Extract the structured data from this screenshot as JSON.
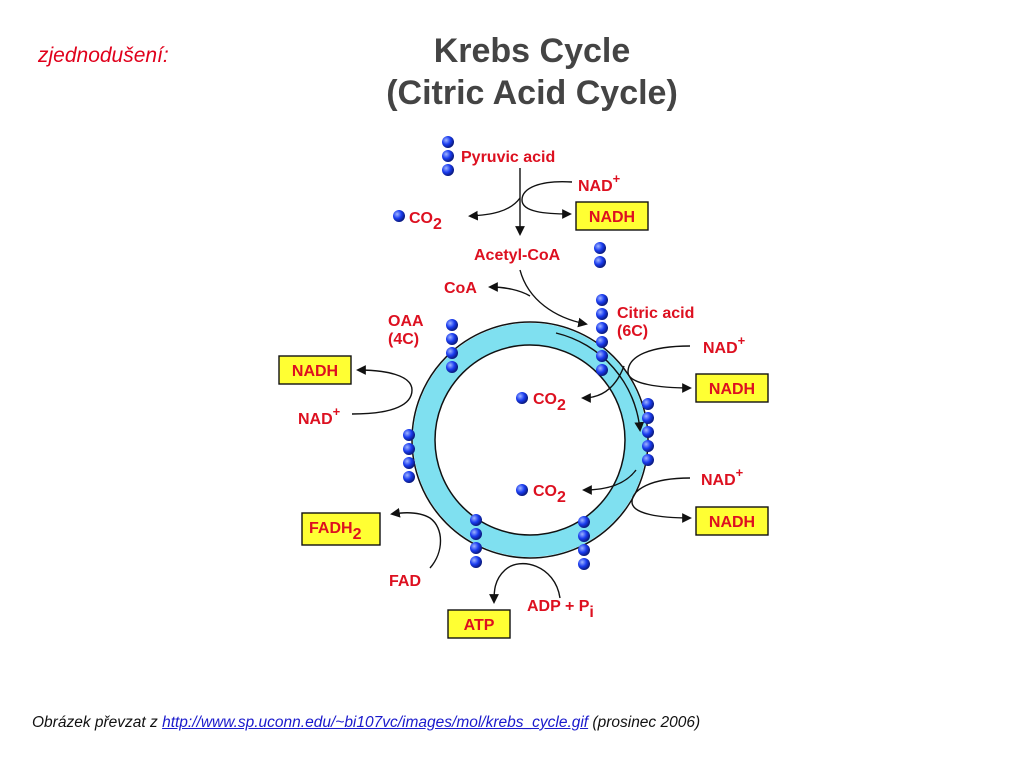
{
  "note": "zjednodušení:",
  "title": {
    "line1": "Krebs Cycle",
    "line2": "(Citric Acid Cycle)"
  },
  "labels": {
    "pyruvic_acid": "Pyruvic acid",
    "nad_plus_top": "NAD",
    "nadh_top": "NADH",
    "co2_top": "CO",
    "acetyl_coa": "Acetyl-CoA",
    "coa": "CoA",
    "citric_acid_line1": "Citric acid",
    "citric_acid_line2": "(6C)",
    "oaa_line1": "OAA",
    "oaa_line2": "(4C)",
    "nadh_left": "NADH",
    "nad_plus_left": "NAD",
    "nad_plus_right1": "NAD",
    "nadh_right1": "NADH",
    "co2_inner1": "CO",
    "co2_inner2": "CO",
    "nad_plus_right2": "NAD",
    "nadh_right2": "NADH",
    "fadh2": "FADH",
    "fad": "FAD",
    "atp": "ATP",
    "adp_pi": "ADP + P",
    "sub_2": "2",
    "sub_i": "i",
    "sup_plus": "+"
  },
  "colors": {
    "label_red": "#dd1020",
    "ring_cyan": "#7fe0f0",
    "molecule_blue": "#1a3cf0",
    "box_yellow": "#ffff33",
    "arrow_dark": "#111111"
  },
  "caption": {
    "prefix": "Obrázek převzat z ",
    "link_text": "http://www.sp.uconn.edu/~bi107vc/images/mol/krebs_cycle.gif",
    "suffix": " (prosinec 2006)"
  }
}
